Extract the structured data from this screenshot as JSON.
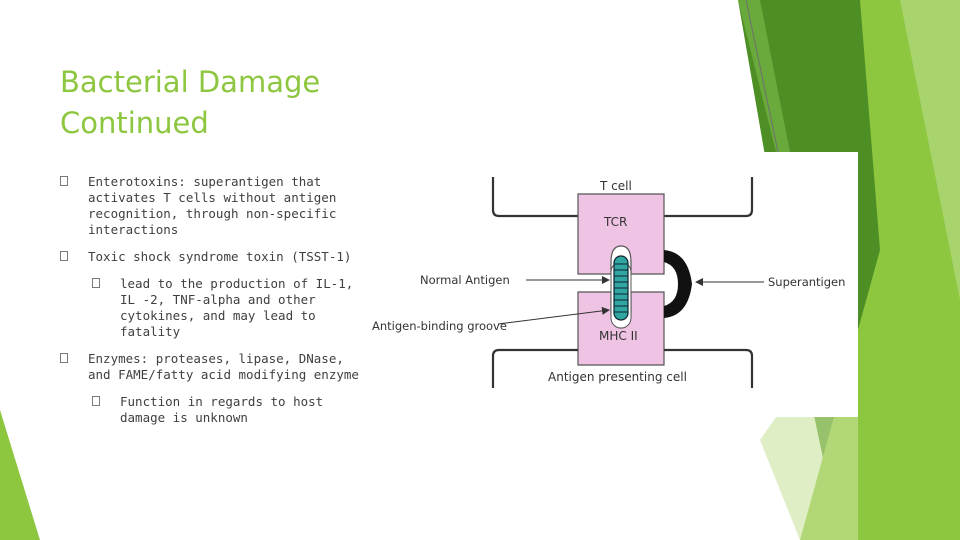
{
  "slide": {
    "title_lines": [
      "Bacterial Damage",
      "Continued"
    ],
    "bullets": [
      {
        "level": 1,
        "text": "Enterotoxins: superantigen that activates T cells without antigen recognition, through non-specific interactions"
      },
      {
        "level": 1,
        "text": "Toxic shock syndrome toxin (TSST-1)"
      },
      {
        "level": 2,
        "text": "lead to the production of IL-1, IL -2, TNF-alpha and other cytokines, and may lead to fatality"
      },
      {
        "level": 1,
        "text": "Enzymes: proteases, lipase, DNase, and FAME/fatty acid modifying enzyme"
      },
      {
        "level": 2,
        "text": "Function in regards to host damage is unknown"
      }
    ]
  },
  "diagram": {
    "labels": {
      "t_cell": "T cell",
      "tcr": "TCR",
      "normal_antigen": "Normal Antigen",
      "superantigen": "Superantigen",
      "antigen_binding_groove": "Antigen-binding groove",
      "mhc_ii": "MHC II",
      "antigen_presenting_cell": "Antigen presenting cell"
    }
  },
  "colors": {
    "title": "#8dc63f",
    "body_text": "#404040",
    "receptor_fill": "#efc3e3",
    "antigen_fill": "#2fa7a0",
    "accent_green_dark": "#4e8f25",
    "accent_green_light": "#8dc63f"
  }
}
